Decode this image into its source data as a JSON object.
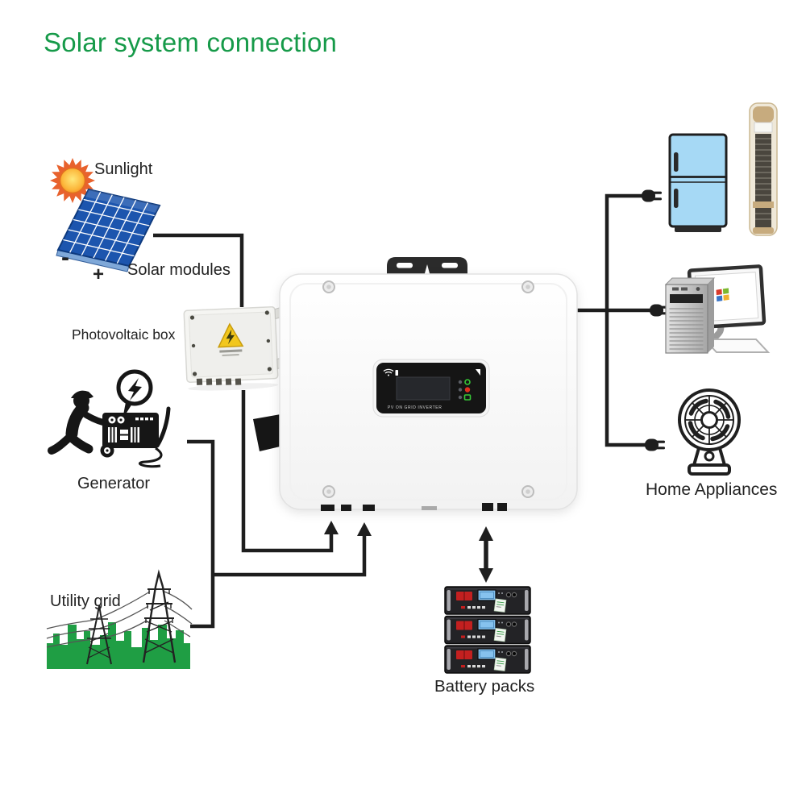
{
  "title": "Solar system connection",
  "labels": {
    "sunlight": "Sunlight",
    "solar_modules": "Solar modules",
    "minus": "-",
    "plus": "+",
    "photovoltaic_box": "Photovoltaic box",
    "generator": "Generator",
    "utility_grid": "Utility grid",
    "home_appliances": "Home Appliances",
    "battery_packs": "Battery packs"
  },
  "inverter": {
    "display_text": "PV ON GRID INVERTER"
  },
  "icons": {
    "sun": "sun-icon",
    "solar_panel": "solar-panel-icon",
    "photovoltaic_box": "junction-box-icon",
    "generator": "generator-icon",
    "utility_grid": "power-grid-icon",
    "inverter": "inverter-icon",
    "battery": "battery-pack-icon",
    "fridge": "refrigerator-icon",
    "air_conditioner": "air-conditioner-icon",
    "computer": "desktop-computer-icon",
    "fan": "fan-icon",
    "plug": "power-plug-icon",
    "wifi": "wifi-icon",
    "warning": "high-voltage-warning-icon",
    "windows": "windows-logo-icon",
    "lightning": "lightning-bolt-icon"
  },
  "colors": {
    "title-green": "#169a49",
    "label-dark": "#222222",
    "wire-black": "#1e1e1e",
    "panel-blue": "#1c55ae",
    "panel-line": "#ffffff",
    "fridge-blue": "#a6d9f5",
    "grid-green": "#1f9e44",
    "battery-red": "#c32020",
    "battery-screen-blue": "#86c2ee",
    "sun-orange": "#e8622d",
    "sun-core": "#ffd24a",
    "led-green": "#37c837",
    "led-red": "#e0301e",
    "warning-yellow": "#f2c71d",
    "ac-tan": "#c7ab7e"
  }
}
